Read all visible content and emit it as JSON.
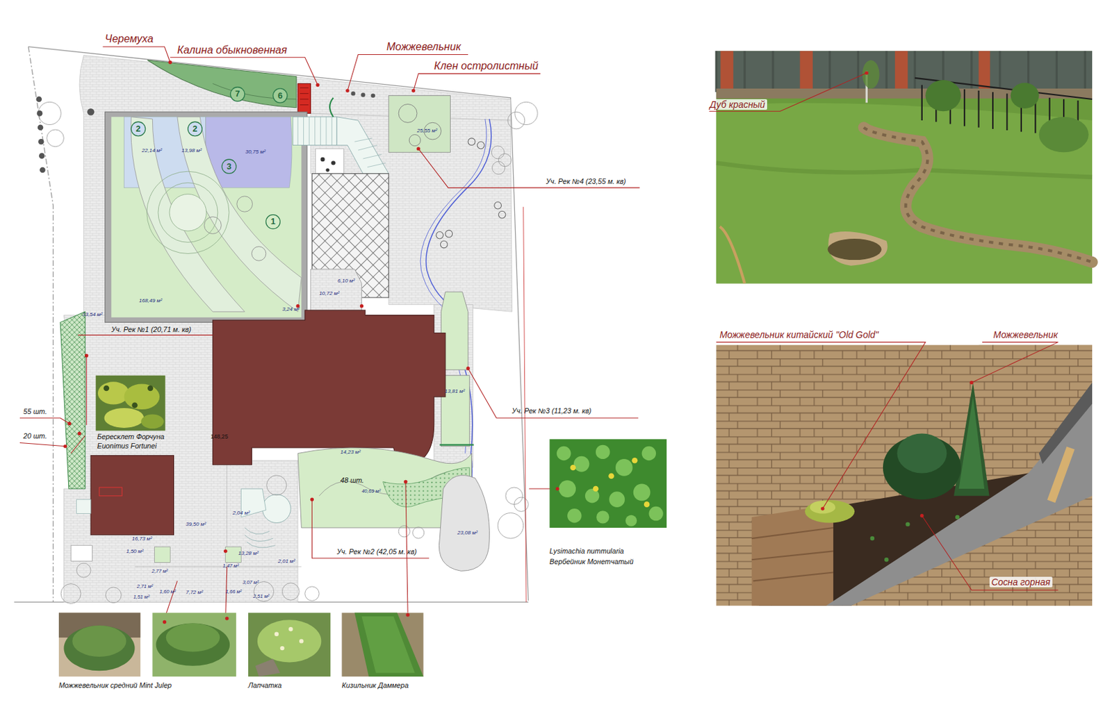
{
  "diagram": {
    "labels": [
      "Черемуха",
      "Калина обыкновенная",
      "Можжевельник",
      "Клен остролистный",
      "7",
      "6",
      "2",
      "2",
      "3",
      "1",
      "22,14 м²",
      "13,98 м²",
      "30,75 м²",
      "168,49 м²",
      "33,54 м²",
      "10,72 м²",
      "6,10 м²",
      "3,24 м²",
      "Уч. Рек №4 (23,55 м. кв)",
      "25,55 м²",
      "Уч. Рек №1 (20,71 м. кв)",
      "55 шт.",
      "20 шт.",
      "Бересклет Форчуна",
      "Euonimus Fortunei",
      "148,25",
      "13,81 м²",
      "14,23 м²",
      "Уч. Рек №3 (11,23 м. кв)",
      "48 шт.",
      "40,69 м²",
      "23,08 м²",
      "Уч. Рек №2 (42,05 м. кв)",
      "Lysimachia nummularia",
      "Вербейник Монетчатый",
      "2,04 м²",
      "16,73 м²",
      "39,50 м²",
      "1,50 м²",
      "13,28 м²",
      "2,01 м²",
      "1,47 м²",
      "2,77 м²",
      "2,71 м²",
      "1,60 м²",
      "7,72 м²",
      "1,66 м²",
      "3,07 м²",
      "2,51 м²",
      "1,51 м²",
      "Можжевельник средний Mint Julep",
      "Лапчатка",
      "Кизильник Даммера",
      "Дуб красный",
      "Можжевельник китайский \"Old Gold\"",
      "Можжевельник",
      "Сосна горная"
    ]
  }
}
